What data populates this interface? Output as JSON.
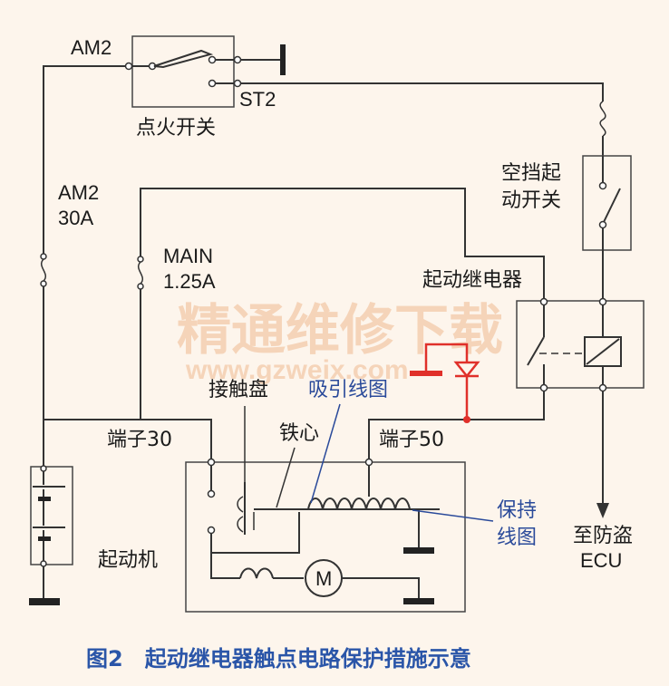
{
  "labels": {
    "am2_top": "AM2",
    "st2": "ST2",
    "ignition_switch": "点火开关",
    "am2_fuse_name": "AM2",
    "am2_fuse_rating": "30A",
    "main_fuse_name": "MAIN",
    "main_fuse_rating": "1.25A",
    "neutral_switch_line1": "空挡起",
    "neutral_switch_line2": "动开关",
    "starter_relay": "起动继电器",
    "contact_plate": "接触盘",
    "pull_in_coil": "吸引线图",
    "iron_core": "铁心",
    "terminal_30": "端子30",
    "terminal_50": "端子50",
    "hold_coil_line1": "保持",
    "hold_coil_line2": "线图",
    "starter": "起动机",
    "motor_symbol": "M",
    "to_ecu_line1": "至防盗",
    "to_ecu_line2": "ECU"
  },
  "watermark": {
    "line1": "精通维修下载",
    "line2": "www.gzweix.com"
  },
  "caption": "图2　起动继电器触点电路保护措施示意",
  "colors": {
    "wire": "#333333",
    "protection_diode": "#e0302a",
    "annotation_blue": "#2a4a9a",
    "caption": "#2a55a8",
    "watermark": "#f3c9a8"
  }
}
